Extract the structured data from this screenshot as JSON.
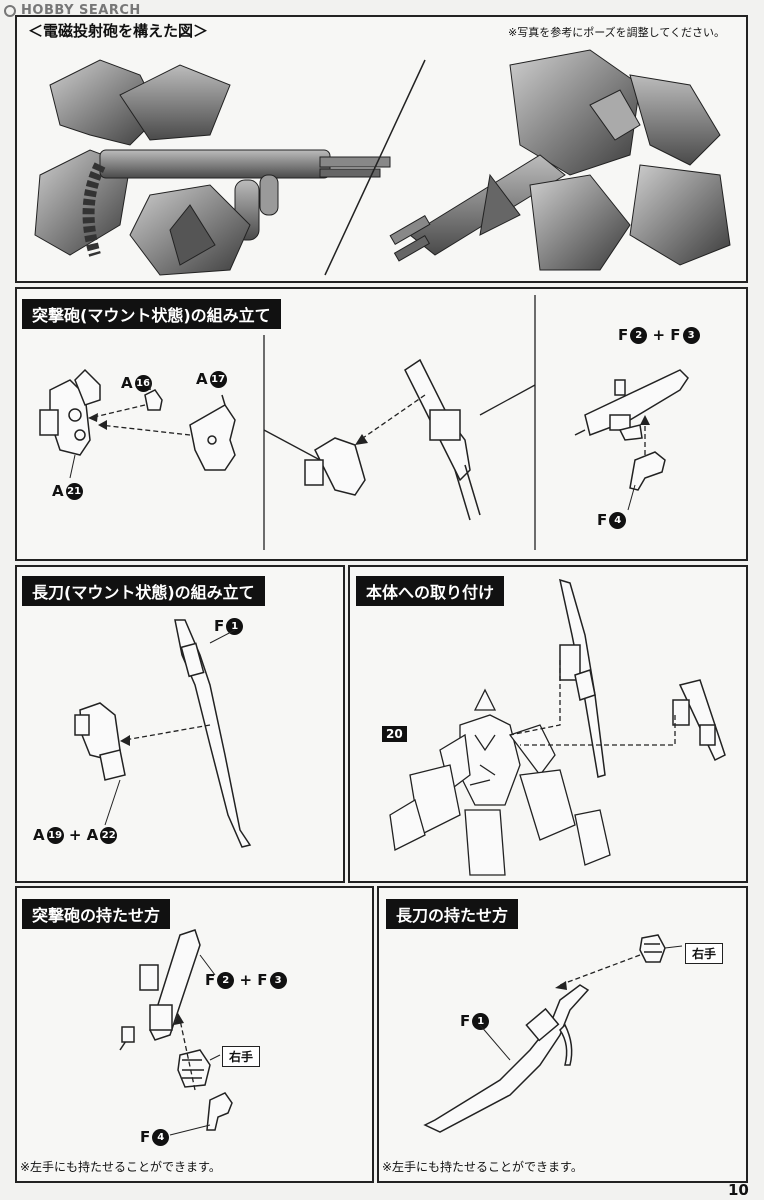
{
  "watermark": "HOBBY SEARCH",
  "page_number": "10",
  "top_section": {
    "title": "＜電磁投射砲を構えた図＞",
    "note": "※写真を参考にポーズを調整してください。"
  },
  "assault_cannon_mount": {
    "title": "突撃砲(マウント状態)の組み立て",
    "parts": [
      {
        "letter": "A",
        "num": "16"
      },
      {
        "letter": "A",
        "num": "17"
      },
      {
        "letter": "A",
        "num": "21"
      }
    ],
    "combo": {
      "letter1": "F",
      "num1": "2",
      "plus": "+",
      "letter2": "F",
      "num2": "3"
    },
    "part_f4": {
      "letter": "F",
      "num": "4"
    }
  },
  "long_sword_mount": {
    "title": "長刀(マウント状態)の組み立て",
    "part_f1": {
      "letter": "F",
      "num": "1"
    },
    "combo": {
      "letter1": "A",
      "num1": "19",
      "plus": "+",
      "letter2": "A",
      "num2": "22"
    }
  },
  "body_attach": {
    "title": "本体への取り付け",
    "step": "20"
  },
  "hold_cannon": {
    "title": "突撃砲の持たせ方",
    "combo": {
      "letter1": "F",
      "num1": "2",
      "plus": "+",
      "letter2": "F",
      "num2": "3"
    },
    "hand_label": "右手",
    "part_f4": {
      "letter": "F",
      "num": "4"
    },
    "note": "※左手にも持たせることができます。"
  },
  "hold_sword": {
    "title": "長刀の持たせ方",
    "hand_label": "右手",
    "part_f1": {
      "letter": "F",
      "num": "1"
    },
    "note": "※左手にも持たせることができます。"
  }
}
